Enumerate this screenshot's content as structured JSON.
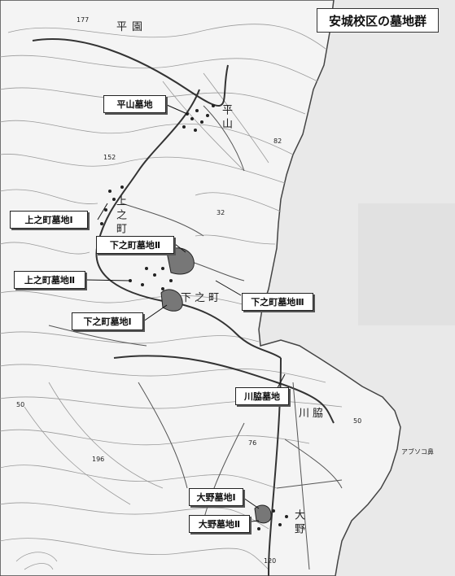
{
  "title": "安城校区の墓地群",
  "cemeteries": [
    {
      "id": "hirayama",
      "label": "平山墓地"
    },
    {
      "id": "kaminomachi1",
      "label": "上之町墓地Ⅰ"
    },
    {
      "id": "shimonomachi2",
      "label": "下之町墓地Ⅱ"
    },
    {
      "id": "kaminomachi2",
      "label": "上之町墓地Ⅱ"
    },
    {
      "id": "shimonomachi3",
      "label": "下之町墓地Ⅲ"
    },
    {
      "id": "shimonomachi1",
      "label": "下之町墓地Ⅰ"
    },
    {
      "id": "kawaki",
      "label": "川脇墓地"
    },
    {
      "id": "ono1",
      "label": "大野墓地Ⅰ"
    },
    {
      "id": "ono2",
      "label": "大野墓地Ⅱ"
    }
  ],
  "places": {
    "hirazono": "平園",
    "hirayama": "平山",
    "kaminomachi": "上之町",
    "shimonomachi": "下之町",
    "kawaki": "川脇",
    "ono": "大野",
    "abusono": "アブソコ鼻"
  },
  "elevations": [
    "177",
    "152",
    "82",
    "32",
    "50",
    "76",
    "196",
    "120",
    "50"
  ]
}
